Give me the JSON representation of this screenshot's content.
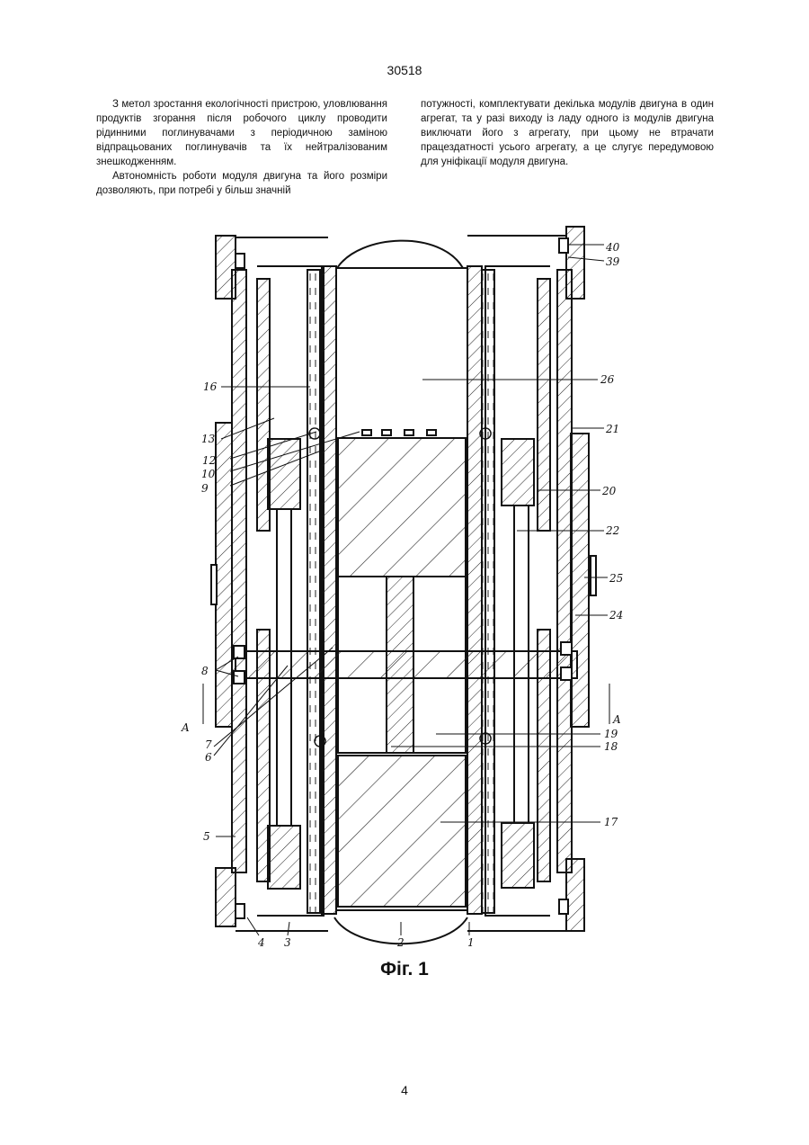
{
  "page": {
    "header_number": "30518",
    "page_number": "4",
    "left_column": [
      "З метол зростання екологічності пристрою, уловлювання продуктів згорання після робочого циклу проводити рідинними поглинувачами з періодичною заміною відпрацьованих поглинувачів та їх нейтралізованим знешкодженням.",
      "Автономність роботи модуля двигуна та його розміри дозволяють, при потребі у більш значній"
    ],
    "right_column": [
      "потужності, комплектувати декілька модулів двигуна в один агрегат, та у разі виходу із ладу одного із модулів двигуна виключати його з агрегату, при цьому не втрачати працездатності усього агрегату, а це слугує передумовою для уніфікації модуля двигуна."
    ]
  },
  "figure": {
    "caption": "Фіг. 1",
    "labels": {
      "l40": "40",
      "l39": "39",
      "l26": "26",
      "l21": "21",
      "l20": "20",
      "l22": "22",
      "l25": "25",
      "l24": "24",
      "l19": "19",
      "l18": "18",
      "l17": "17",
      "lA_right": "A",
      "l16": "16",
      "l13": "13",
      "l12": "12",
      "l10": "10",
      "l9": "9",
      "l8": "8",
      "lA_left": "A",
      "l7": "7",
      "l6": "6",
      "l5": "5",
      "l4": "4",
      "l3": "3",
      "l2": "2",
      "l1": "1"
    }
  }
}
